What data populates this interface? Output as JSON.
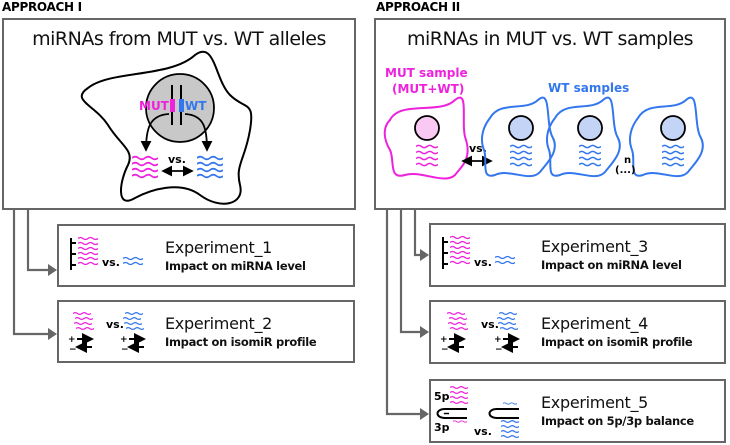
{
  "colors": {
    "mut": "#ee22dd",
    "wt": "#3377ee",
    "nucleus_gray": "#c8c8c8",
    "mut_nucleus": "#f9c8f3",
    "wt_nucleus": "#c4d4f7",
    "border": "#666666"
  },
  "approach1": {
    "header": "APPROACH I",
    "title": "miRNAs from MUT vs. WT alleles",
    "mut_label": "MUT",
    "wt_label": "WT",
    "vs_label": "vs."
  },
  "approach2": {
    "header": "APPROACH II",
    "title": "miRNAs in MUT vs. WT samples",
    "mut_sample_line1": "MUT sample",
    "mut_sample_line2": "(MUT+WT)",
    "wt_samples_label": "WT samples",
    "vs_label": "vs.",
    "n_label": "n",
    "dots_label": "(...)"
  },
  "experiments": [
    {
      "title": "Experiment_1",
      "subtitle": "Impact on miRNA level",
      "vs": "vs.",
      "icon": "level-comparison-icon"
    },
    {
      "title": "Experiment_2",
      "subtitle": "Impact on isomiR profile",
      "vs": "vs.",
      "icon": "isomir-comparison-icon"
    },
    {
      "title": "Experiment_3",
      "subtitle": "Impact on miRNA level",
      "vs": "vs.",
      "icon": "level-comparison-icon"
    },
    {
      "title": "Experiment_4",
      "subtitle": "Impact on isomiR profile",
      "vs": "vs.",
      "icon": "isomir-comparison-icon"
    },
    {
      "title": "Experiment_5",
      "subtitle": "Impact on 5p/3p balance",
      "vs": "vs.",
      "icon": "hairpin-balance-icon",
      "label_5p": "5p",
      "label_3p": "3p"
    }
  ]
}
